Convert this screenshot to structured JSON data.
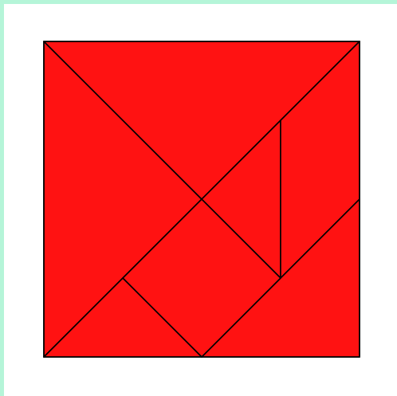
{
  "figure": {
    "type": "tangram-square",
    "fill_color": "#ff1212",
    "stroke_color": "#000000",
    "background_color": "#ffffff",
    "border_color": "#b5f5d8",
    "pieces": [
      {
        "name": "large-triangle-left"
      },
      {
        "name": "large-triangle-top"
      },
      {
        "name": "small-triangle-center"
      },
      {
        "name": "parallelogram-right"
      },
      {
        "name": "medium-triangle-bottom-right"
      },
      {
        "name": "square-center"
      },
      {
        "name": "small-triangle-bottom-left"
      }
    ]
  }
}
